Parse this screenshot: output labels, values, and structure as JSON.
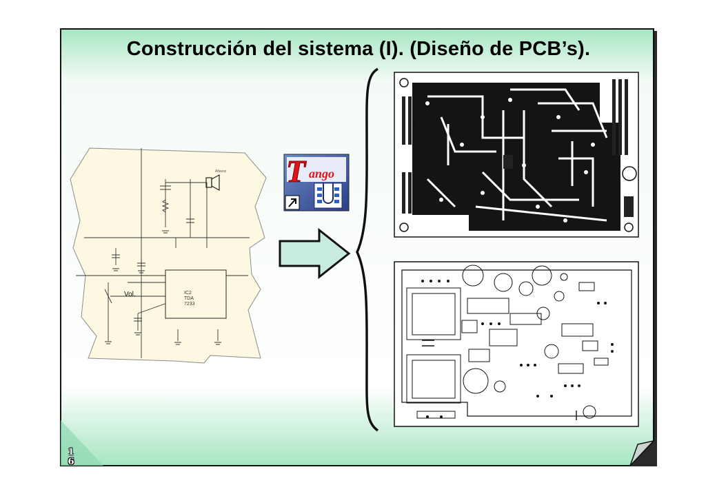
{
  "slide": {
    "title": "Construcción del sistema (I). (Diseño de PCB’s).",
    "page_number_line1": "1",
    "page_number_line2": "6"
  },
  "schematic": {
    "vol_label": "Vol.",
    "chip_line1": "IC2",
    "chip_line2": "TDA",
    "chip_line3": "7233",
    "speaker_label": "Altavoz"
  },
  "tango_icon": {
    "letter": "T",
    "text": "ango"
  },
  "colors": {
    "page_gradient_top": "#f2fbf4",
    "page_gradient_bottom": "#a6e6c2",
    "arrow_fill": "#c7ecde",
    "pcb_black": "#141414"
  }
}
